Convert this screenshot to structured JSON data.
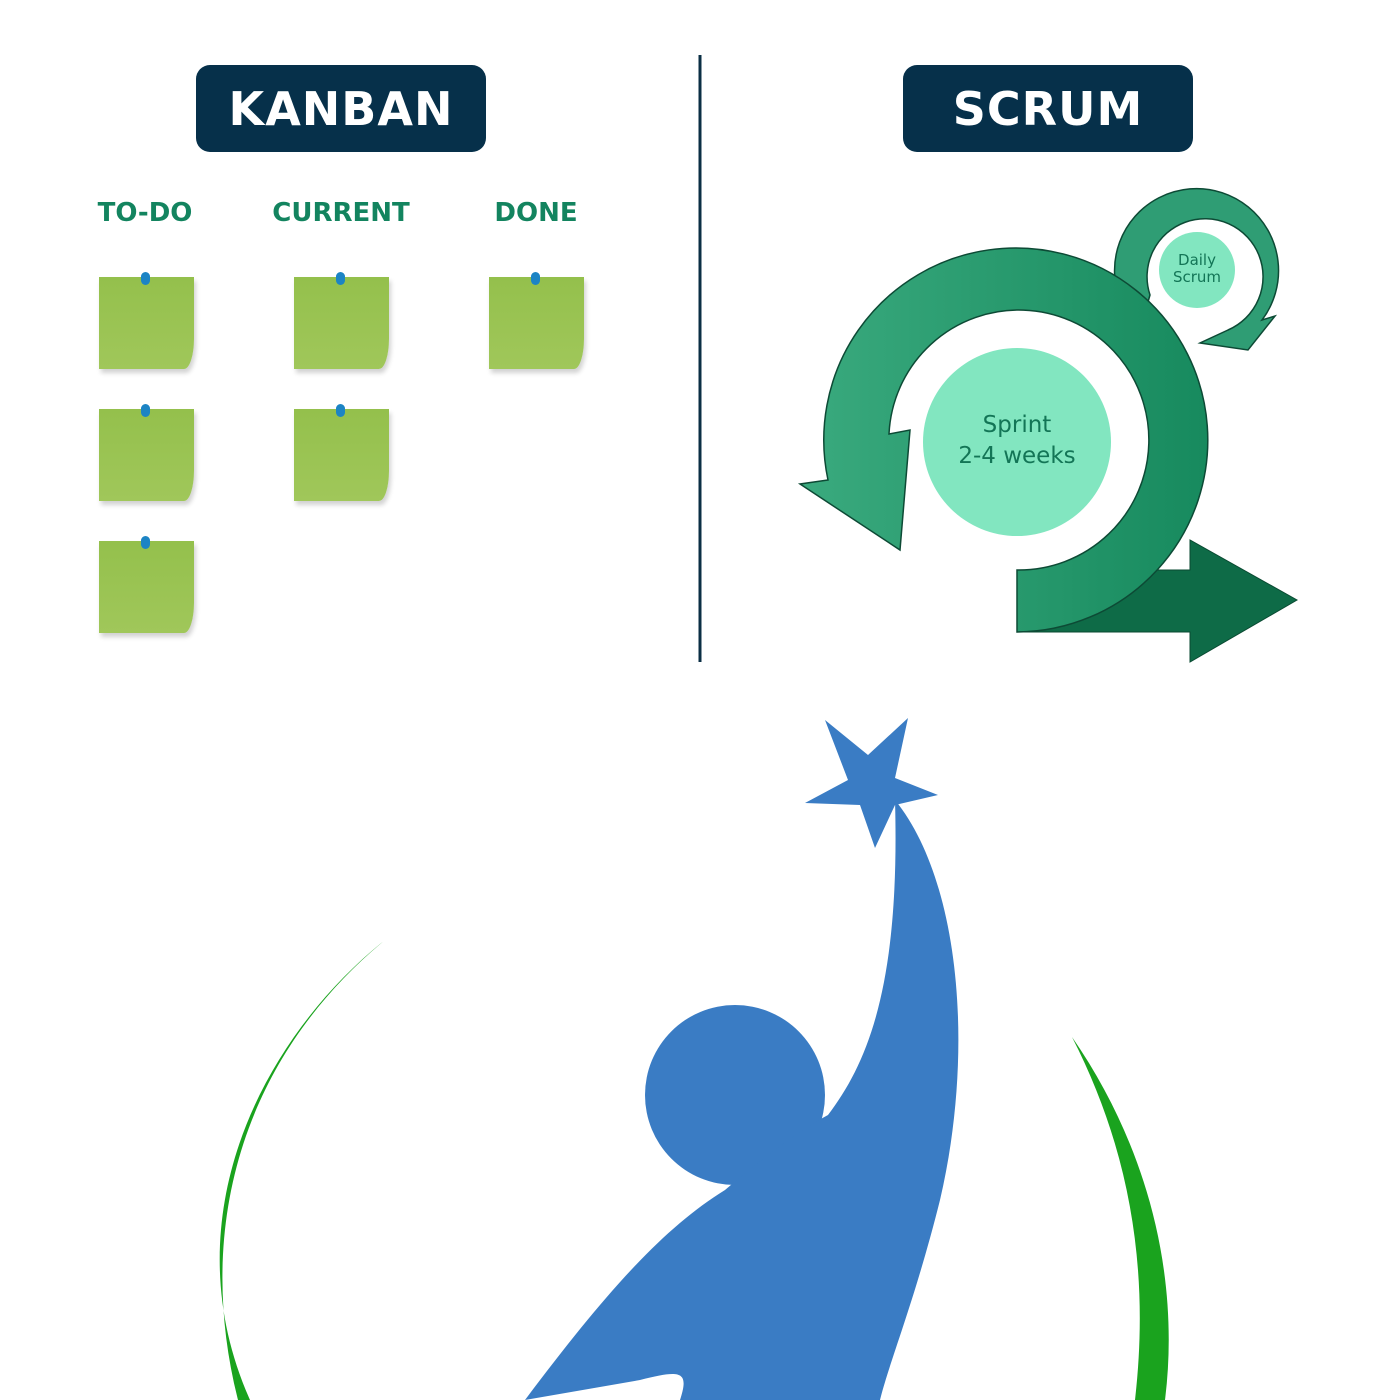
{
  "kanban": {
    "title": "KANBAN",
    "columns": [
      {
        "label": "TO-DO",
        "notes": 3
      },
      {
        "label": "CURRENT",
        "notes": 2
      },
      {
        "label": "DONE",
        "notes": 1
      }
    ]
  },
  "scrum": {
    "title": "SCRUM",
    "sprint_line1": "Sprint",
    "sprint_line2": "2-4 weeks",
    "daily_line1": "Daily",
    "daily_line2": "Scrum"
  },
  "colors": {
    "navy": "#06304a",
    "green": "#13845f",
    "ring": "#23936a",
    "arrow_dark": "#0e6b47",
    "light": "#82e6c0",
    "note": "#9cc454",
    "logo_blue": "#3a7cc4",
    "logo_green": "#1aa31e"
  }
}
